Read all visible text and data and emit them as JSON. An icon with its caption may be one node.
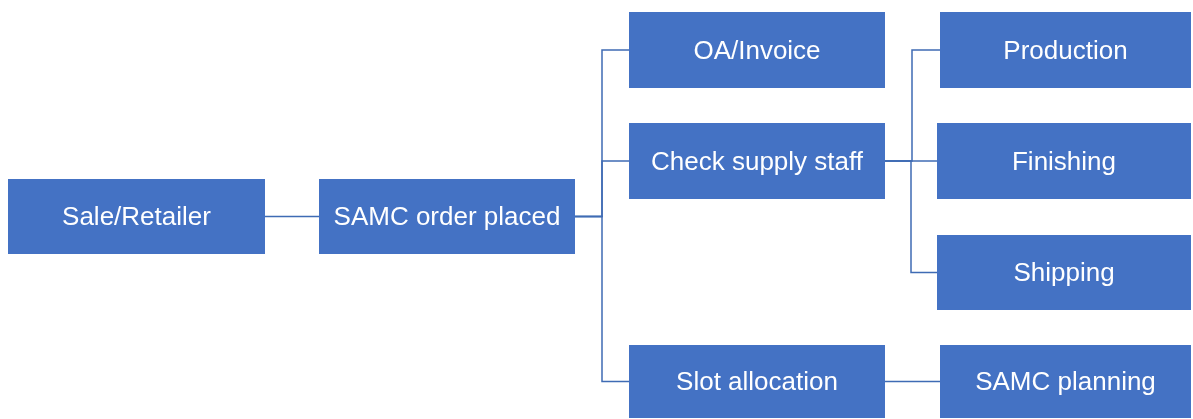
{
  "diagram": {
    "nodes": [
      {
        "text": [
          "Sale/Retailer"
        ]
      },
      {
        "text": [
          "SAMC order placed"
        ]
      },
      {
        "text": [
          "OA/Invoice"
        ]
      },
      {
        "text": [
          "Check supply staff"
        ]
      },
      {
        "text": [
          "Slot allocation"
        ]
      },
      {
        "text": [
          "Production"
        ]
      },
      {
        "text": [
          "Finishing"
        ]
      },
      {
        "text": [
          "Shipping"
        ]
      },
      {
        "text": [
          "SAMC planning"
        ]
      }
    ],
    "edges": [
      {
        "from": 0,
        "to": 1,
        "arrow": "none"
      },
      {
        "from": 1,
        "to": 2,
        "arrow": "none"
      },
      {
        "from": 1,
        "to": 3,
        "arrow": "none"
      },
      {
        "from": 1,
        "to": 4,
        "arrow": "none"
      },
      {
        "from": 3,
        "to": 5,
        "arrow": "none"
      },
      {
        "from": 3,
        "to": 6,
        "arrow": "none"
      },
      {
        "from": 3,
        "to": 7,
        "arrow": "none"
      },
      {
        "from": 4,
        "to": 8,
        "arrow": "none"
      }
    ]
  }
}
